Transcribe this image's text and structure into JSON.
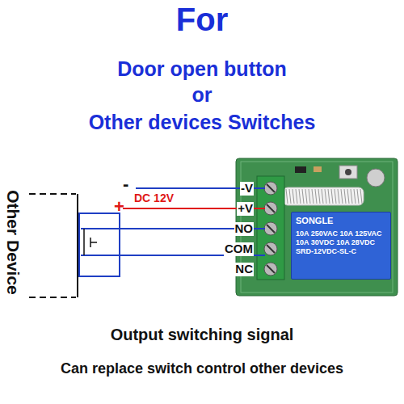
{
  "diagram": {
    "title": "For",
    "caption": "Output switching signal",
    "nodes": [
      {
        "text": [
          "SONGLE",
          "10A 250VAC 10A 125VAC",
          "10A 30VDC 10A 28VDC",
          "SRD-12VDC-SL-C"
        ]
      }
    ],
    "labels": [
      "Door open button",
      "or",
      "Other devices Switches",
      "Other Device",
      "-",
      "+",
      "DC 12V",
      "-V",
      "+V",
      "NO",
      "COM",
      "NC",
      "Can replace switch control other devices"
    ]
  }
}
